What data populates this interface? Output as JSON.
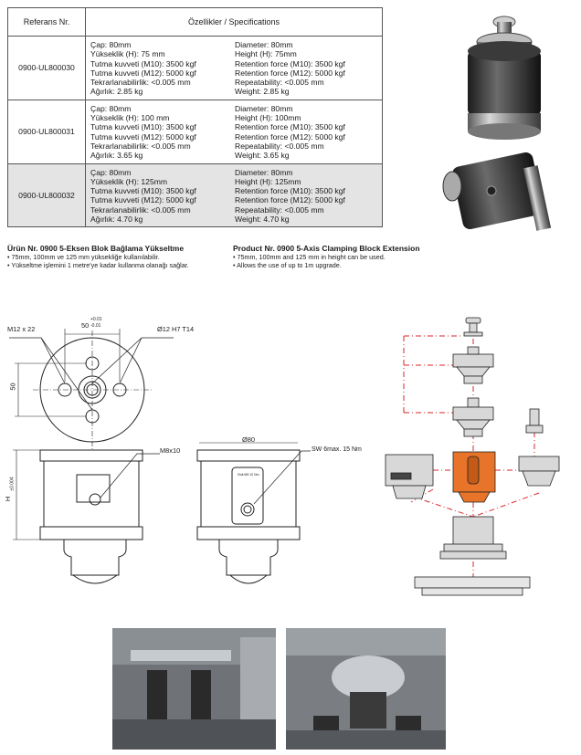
{
  "table": {
    "header_ref": "Referans Nr.",
    "header_spec": "Özellikler / Specifications",
    "rows": [
      {
        "ref": "0900-UL800030",
        "tr": [
          "Çap: 80mm",
          "Yükseklik (H): 75 mm",
          "Tutma kuvveti (M10): 3500 kgf",
          "Tutma kuvveti (M12): 5000 kgf",
          "Tekrarlanabilirlik: <0.005 mm",
          "Ağırlık: 2.85 kg"
        ],
        "en": [
          "Diameter: 80mm",
          "Height (H): 75mm",
          "Retention force (M10): 3500 kgf",
          "Retention force (M12): 5000 kgf",
          "Repeatability: <0.005 mm",
          "Weight: 2.85 kg"
        ]
      },
      {
        "ref": "0900-UL800031",
        "tr": [
          "Çap: 80mm",
          "Yükseklik (H): 100 mm",
          "Tutma kuvveti (M10): 3500 kgf",
          "Tutma kuvveti (M12): 5000 kgf",
          "Tekrarlanabilirlik: <0.005 mm",
          "Ağırlık: 3.65 kg"
        ],
        "en": [
          "Diameter: 80mm",
          "Height (H): 100mm",
          "Retention force (M10): 3500 kgf",
          "Retention force (M12): 5000 kgf",
          "Repeatability: <0.005 mm",
          "Weight: 3.65 kg"
        ]
      },
      {
        "ref": "0900-UL800032",
        "tr": [
          "Çap: 80mm",
          "Yükseklik (H): 125mm",
          "Tutma kuvveti (M10): 3500 kgf",
          "Tutma kuvveti (M12): 5000 kgf",
          "Tekrarlanabilirlik: <0.005 mm",
          "Ağırlık: 4.70 kg"
        ],
        "en": [
          "Diameter: 80mm",
          "Height (H): 125mm",
          "Retention force (M10): 3500 kgf",
          "Retention force (M12): 5000 kgf",
          "Repeatability: <0.005 mm",
          "Weight: 4.70 kg"
        ]
      }
    ]
  },
  "notes": {
    "tr_title": "Ürün Nr. 0900  5-Eksen Blok Bağlama Yükseltme",
    "tr_lines": [
      "• 75mm, 100mm ve 125 mm yüksekliğe kullanılabilir.",
      "• Yükseltme işlemini 1 metre'ye kadar kullanma olanağı sağlar."
    ],
    "en_title": "Product Nr. 0900  5-Axis Clamping Block Extension",
    "en_lines": [
      "• 75mm, 100mm and 125 mm in height can be used.",
      "• Allows the use of up to 1m upgrade."
    ]
  },
  "drawing": {
    "m12": "M12 x 22",
    "dim50": "50",
    "tol_plus": "+0.01",
    "tol_minus": "-0.01",
    "bore": "Ø12 H7 T14",
    "dim50v": "50",
    "m8": "M8x10",
    "dia80": "Ø80",
    "sw": "SW 6max. 15 Nm",
    "h": "H",
    "h_tol": "±0.004",
    "tiny_label": "Bolt M8 10 Nm"
  },
  "colors": {
    "accent": "#e8742a",
    "dash": "#d9262a"
  }
}
